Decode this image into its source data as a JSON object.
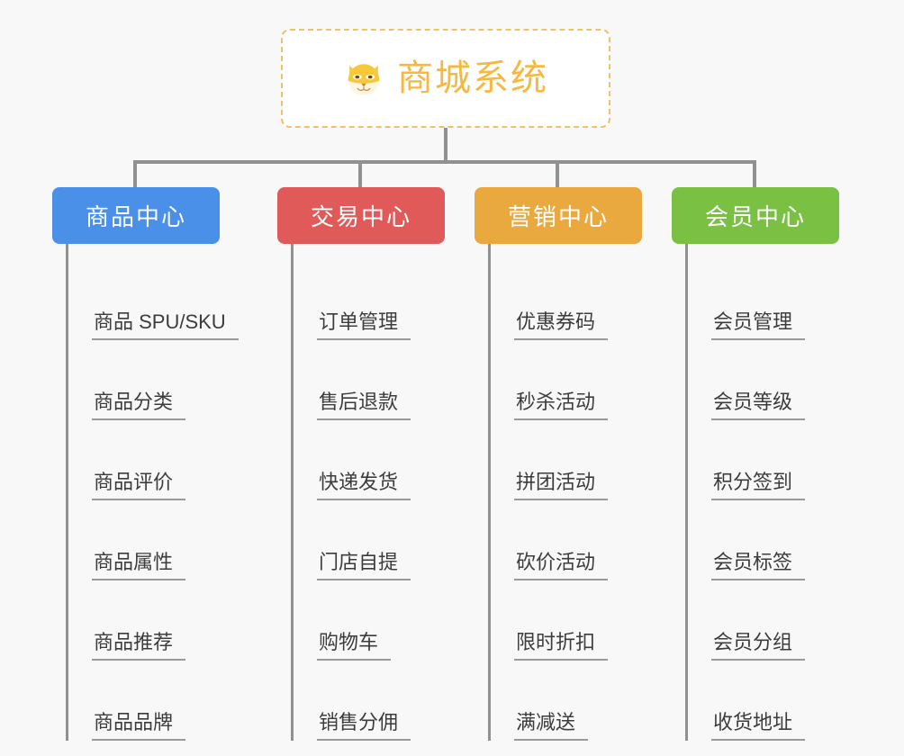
{
  "diagram": {
    "title": "商城系统",
    "root": {
      "label": "商城系统",
      "icon": "shiba-dog-icon",
      "text_color": "#f5b942",
      "border_color": "#f0c070",
      "background": "#ffffff"
    },
    "connector_color": "#919191",
    "page_background": "#f8f8f8",
    "categories": [
      {
        "label": "商品中心",
        "color": "#4a90e8",
        "items": [
          "商品 SPU/SKU",
          "商品分类",
          "商品评价",
          "商品属性",
          "商品推荐",
          "商品品牌"
        ]
      },
      {
        "label": "交易中心",
        "color": "#e15a5a",
        "items": [
          "订单管理",
          "售后退款",
          "快递发货",
          "门店自提",
          "购物车",
          "销售分佣"
        ]
      },
      {
        "label": "营销中心",
        "color": "#eaa93f",
        "items": [
          "优惠券码",
          "秒杀活动",
          "拼团活动",
          "砍价活动",
          "限时折扣",
          "满减送"
        ]
      },
      {
        "label": "会员中心",
        "color": "#7ac143",
        "items": [
          "会员管理",
          "会员等级",
          "积分签到",
          "会员标签",
          "会员分组",
          "收货地址"
        ]
      }
    ]
  }
}
